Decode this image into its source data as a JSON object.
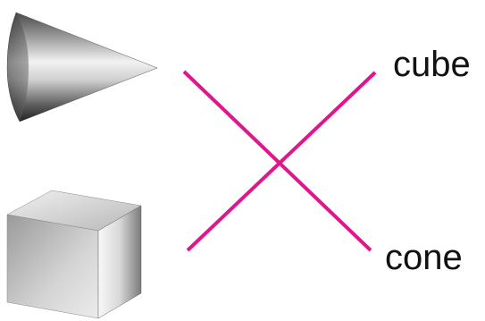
{
  "shapes": [
    {
      "name": "cone",
      "icon": "cone-icon"
    },
    {
      "name": "cube",
      "icon": "cube-icon"
    }
  ],
  "labels": {
    "top": "cube",
    "bottom": "cone"
  },
  "colors": {
    "connector": "#e0168c",
    "label_text": "#111111",
    "background": "#ffffff"
  },
  "matches": [
    {
      "shape": "cone",
      "label": "cone"
    },
    {
      "shape": "cube",
      "label": "cube"
    }
  ]
}
